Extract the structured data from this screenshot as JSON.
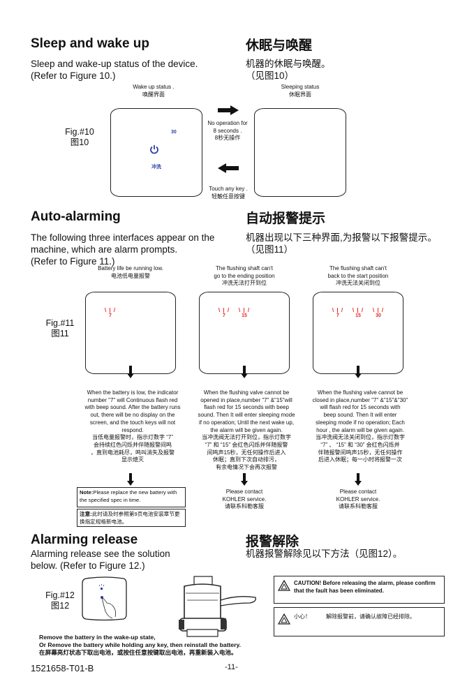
{
  "sleep": {
    "title_en": "Sleep and wake up",
    "title_zh": "休眠与唤醒",
    "desc_en_1": "Sleep and wake-up status of the device.",
    "desc_en_2": "(Refer to Figure 10.)",
    "desc_zh_1": "机器的休眠与唤醒。",
    "desc_zh_2": "（见图10）",
    "wake_label_en": "Wake up status .",
    "wake_label_zh": "唤醒界面",
    "sleep_label_en": "Sleeping status",
    "sleep_label_zh": "休眠界面",
    "fig_en": "Fig.#10",
    "fig_zh": "图10",
    "screen_num": "30",
    "screen_flush": "冲洗",
    "to_sleep_1": "No operation for",
    "to_sleep_2": "8 seconds .",
    "to_sleep_zh": "8秒无操作",
    "to_wake_en": "Touch any key .",
    "to_wake_zh": "轻触任意按键"
  },
  "alarm": {
    "title_en": "Auto-alarming",
    "title_zh": "自动报警提示",
    "desc_en_1": "The following three interfaces appear on the",
    "desc_en_2": " machine, which are alarm prompts.",
    "desc_en_3": "(Refer to Figure 11.)",
    "desc_zh_1": "机器出现以下三种界面,为报警以下报警提示。",
    "desc_zh_2": "（见图11）",
    "fig_en": "Fig.#11",
    "fig_zh": "图11",
    "cases": [
      {
        "label_1": "Battery life be running low.",
        "label_2": "电池低电量报警",
        "label_3": "",
        "nums": [
          "7"
        ],
        "desc": [
          "When the battery is low, the indicator",
          "number \"7\" will Continuous flash red",
          "with beep sound. After the battery runs",
          "out, there will be no display on the",
          "screen, and the touch keys will not",
          "respond.",
          "当低电量报警时，指示灯数字 “7”",
          "会持续红色闪烁并伴随报警间鸣",
          "，直到电池耗尽，鸣叫消失及报警",
          "显示熄灭"
        ]
      },
      {
        "label_1": "The flushing shaft can't",
        "label_2": "go to the ending position",
        "label_3": "冲洗无法打开到位",
        "nums": [
          "7",
          "15"
        ],
        "desc": [
          "When the flushing valve cannot be",
          "opened in place,number \"7\" &\"15\"will",
          "flash red for 15 seconds with beep",
          "sound. Then It will enter sleeping mode",
          "if no operation; Until the next wake up,",
          "the alarm will be given again.",
          "当冲洗阀无法打开到位，指示灯数字",
          "“7” 和 “15” 会红色闪烁并伴随报警",
          "间鸣声15秒，无任何操作后进入",
          "休眠；直到下次自动排污，",
          "有余电情况下会再次报警"
        ],
        "contact": [
          "Please contact",
          "KOHLER service.",
          "请联系科勒客服"
        ]
      },
      {
        "label_1": "The flushing shaft can't",
        "label_2": "back to the start position",
        "label_3": "冲洗无法关闭到位",
        "nums": [
          "7",
          "15",
          "30"
        ],
        "desc": [
          "When the flushing valve cannot be",
          "closed in place,number \"7\" &\"15\"&\"30\"",
          "will flash red for 15 seconds with",
          "beep sound. Then It will enter",
          "sleeping mode if no operation; Each",
          "hour , the alarm will be given again.",
          "当冲洗阀无法关闭到位，指示灯数字",
          "“7” 、 “15” 和 “30” 会红色闪烁并",
          "伴随报警间鸣声15秒，无任何操作",
          "后进入休眠；每一小时将报警一次"
        ],
        "contact": [
          "Please contact",
          "KOHLER service.",
          "请联系科勒客服"
        ]
      }
    ],
    "note_bold": "Note:",
    "note_text": "Please replace the new battery with the specified spec in time.",
    "note_zh_bold": "注意:",
    "note_zh_text": "此时请及时参照第9页电池安装章节更换指定规格新电池。"
  },
  "release": {
    "title_en": "Alarming release",
    "title_zh": "报警解除",
    "desc_en_1": "Alarming release see the solution",
    "desc_en_2": "below. (Refer to Figure 12.)",
    "desc_zh": "机器报警解除见以下方法（见图12）。",
    "fig_en": "Fig.#12",
    "fig_zh": "图12",
    "caution_en": "CAUTION! Before releasing the alarm, please confirm that the fault has been eliminated.",
    "caution_zh_1": "小心！",
    "caution_zh_2": "解除报警前，请确认故障已经排除。",
    "instr_1": "Remove the battery in the wake-up state,",
    "instr_2": "Or Remove the battery while holding  any key, then reinstall the battery.",
    "instr_3": "在屏幕亮灯状态下取出电池，或按住任意按键取出电池，再重新装入电池。"
  },
  "footer": {
    "doc_id": "1521658-T01-B",
    "page": "-11-"
  }
}
